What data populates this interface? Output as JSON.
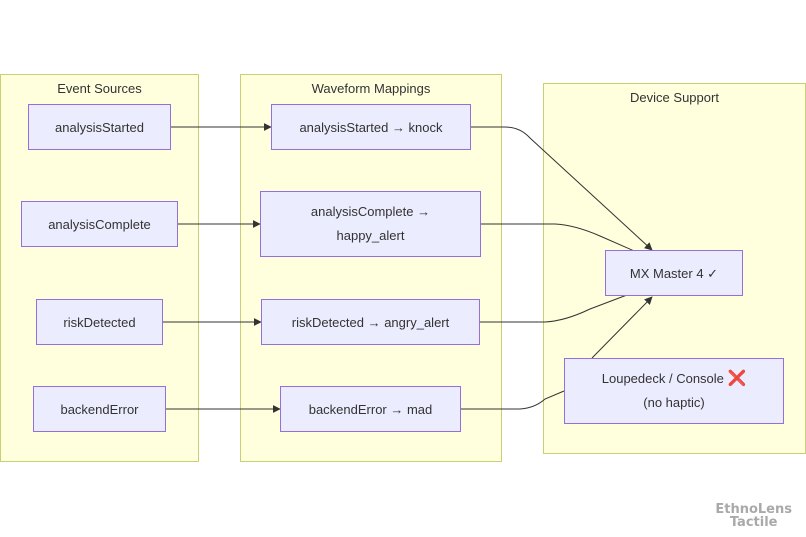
{
  "groups": {
    "event_sources": {
      "title": "Event Sources"
    },
    "waveform_mappings": {
      "title": "Waveform Mappings"
    },
    "device_support": {
      "title": "Device Support"
    }
  },
  "events": {
    "analysis_started": "analysisStarted",
    "analysis_complete": "analysisComplete",
    "risk_detected": "riskDetected",
    "backend_error": "backendError"
  },
  "mappings": {
    "analysis_started": "analysisStarted → knock",
    "analysis_complete_line1": "analysisComplete →",
    "analysis_complete_line2": "happy_alert",
    "risk_detected": "riskDetected → angry_alert",
    "backend_error": "backendError → mad"
  },
  "devices": {
    "mx_master": "MX Master 4 ✓",
    "loupedeck_line1": "Loupedeck / Console",
    "loupedeck_cross": "❌",
    "loupedeck_line2": "(no haptic)"
  },
  "watermark": {
    "line1": "EthnoLens",
    "line2": "Tactile"
  },
  "colors": {
    "group_fill": "#ffffde",
    "group_border": "#c9cf73",
    "node_fill": "#ececff",
    "node_border": "#9370db",
    "edge": "#333333",
    "cross": "#e0306c"
  }
}
